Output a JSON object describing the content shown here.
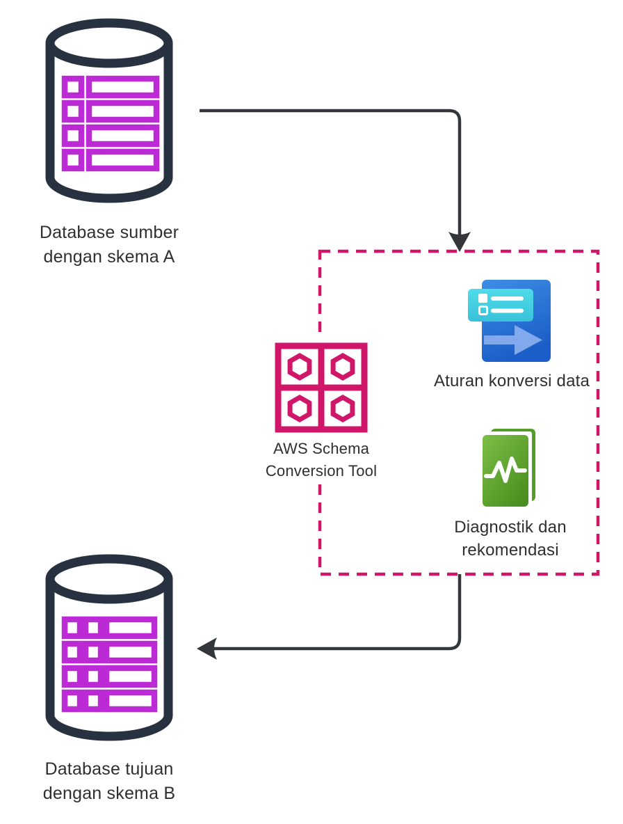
{
  "diagram": {
    "title": "AWS Schema Conversion Tool flow",
    "nodes": {
      "source_db": {
        "line1": "Database sumber",
        "line2": "dengan skema A",
        "icon": "database-cylinder-schema-a"
      },
      "sct": {
        "line1": "AWS Schema",
        "line2": "Conversion Tool",
        "icon": "schema-conversion-grid-hexagons"
      },
      "conversion_rules": {
        "label": "Aturan konversi data",
        "icon": "conversion-rules-card-arrow"
      },
      "diagnostics": {
        "line1": "Diagnostik dan",
        "line2": "rekomendasi",
        "icon": "book-with-pulse"
      },
      "target_db": {
        "line1": "Database tujuan",
        "line2": "dengan skema B",
        "icon": "database-cylinder-schema-b"
      }
    },
    "edges": [
      {
        "from": "source_db",
        "to": "sct_boundary",
        "direction": "right-then-down"
      },
      {
        "from": "sct_boundary",
        "to": "target_db",
        "direction": "down-then-left"
      }
    ],
    "colors": {
      "background": "#FFFFFF",
      "db_outline": "#28313F",
      "schema_rows": "#BB2AD4",
      "sct_pink": "#D01668",
      "arrow": "#33363B",
      "text": "#2D2F31",
      "blue_light": "#3E8EE4",
      "blue_dark": "#1B5EC7",
      "cyan_light": "#4FDCEA",
      "cyan_dark": "#39C2DA",
      "blue_arrow": "#80A9EE",
      "green_light": "#7CBE47",
      "green_dark": "#4A8F1F",
      "green_back": "#549D29"
    }
  }
}
